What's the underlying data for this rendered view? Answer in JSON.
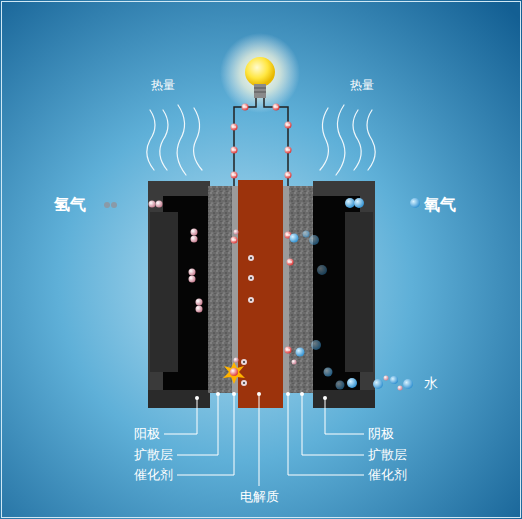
{
  "diagram": {
    "labels": [
      "热量",
      "热量",
      "氢气",
      "氧气",
      "水",
      "阳极",
      "扩散层",
      "催化剂",
      "阴极",
      "扩散层",
      "催化剂",
      "电解质"
    ]
  }
}
